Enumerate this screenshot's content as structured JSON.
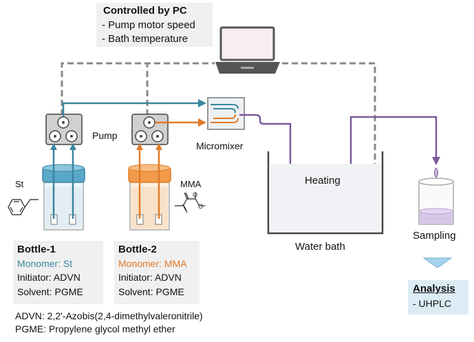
{
  "pc_box": {
    "title": "Controlled by PC",
    "items": [
      "- Pump motor speed",
      "- Bath temperature"
    ]
  },
  "labels": {
    "pump": "Pump",
    "micromixer": "Micromixer",
    "heating": "Heating",
    "water_bath": "Water bath",
    "sampling": "Sampling",
    "st": "St",
    "mma": "MMA"
  },
  "bottle1": {
    "title": "Bottle-1",
    "monomer": "Monomer: St",
    "initiator": "Initiator: ADVN",
    "solvent": "Solvent: PGME"
  },
  "bottle2": {
    "title": "Bottle-2",
    "monomer": "Monomer: MMA",
    "initiator": "Initiator: ADVN",
    "solvent": "Solvent: PGME"
  },
  "analysis": {
    "title": "Analysis",
    "item": "- UHPLC"
  },
  "footnotes": [
    "ADVN: 2,2'-Azobis(2,4-dimethylvaleronitrile)",
    "PGME: Propylene glycol methyl ether"
  ],
  "colors": {
    "blue": "#3a86a0",
    "orange": "#e07a28",
    "purple": "#7a5a9a",
    "dash": "#888888"
  }
}
